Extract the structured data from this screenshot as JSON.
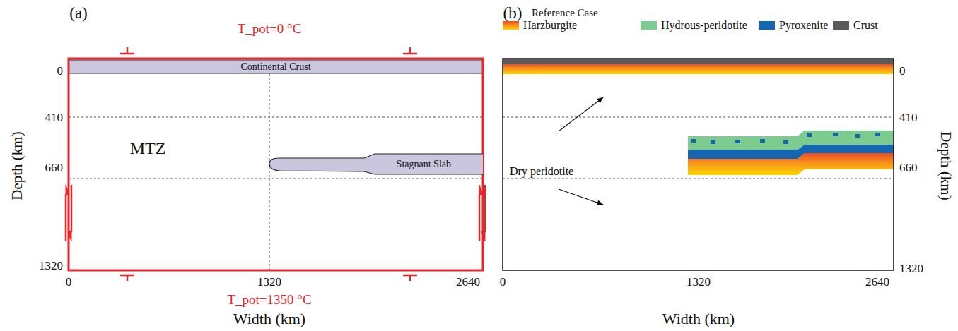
{
  "diagram": {
    "nodes": [
      {
        "text": [
          "Continental Crust"
        ]
      },
      {
        "text": [
          "Stagnant Slab"
        ]
      }
    ],
    "edges": [],
    "labels": [
      "(a)",
      "T_pot=0 °C",
      "0",
      "410",
      "660",
      "1320",
      "Depth (km)",
      "MTZ",
      "0",
      "1320",
      "2640",
      "T_pot=1350 °C",
      "Width (km)",
      "(b)",
      "Reference Case",
      "0",
      "410",
      "660",
      "1320",
      "Depth (km)",
      "Dry peridotite",
      "0",
      "1320",
      "2640",
      "Width (km)"
    ],
    "legend": [
      {
        "text": "Harzburgite",
        "color": "#f7941d"
      },
      {
        "text": "Hydrous-peridotite",
        "color": "#7ccb8f"
      },
      {
        "text": "Pyroxenite",
        "color": "#1565b0"
      },
      {
        "text": "Crust",
        "color": "#5a5a5a"
      }
    ]
  }
}
